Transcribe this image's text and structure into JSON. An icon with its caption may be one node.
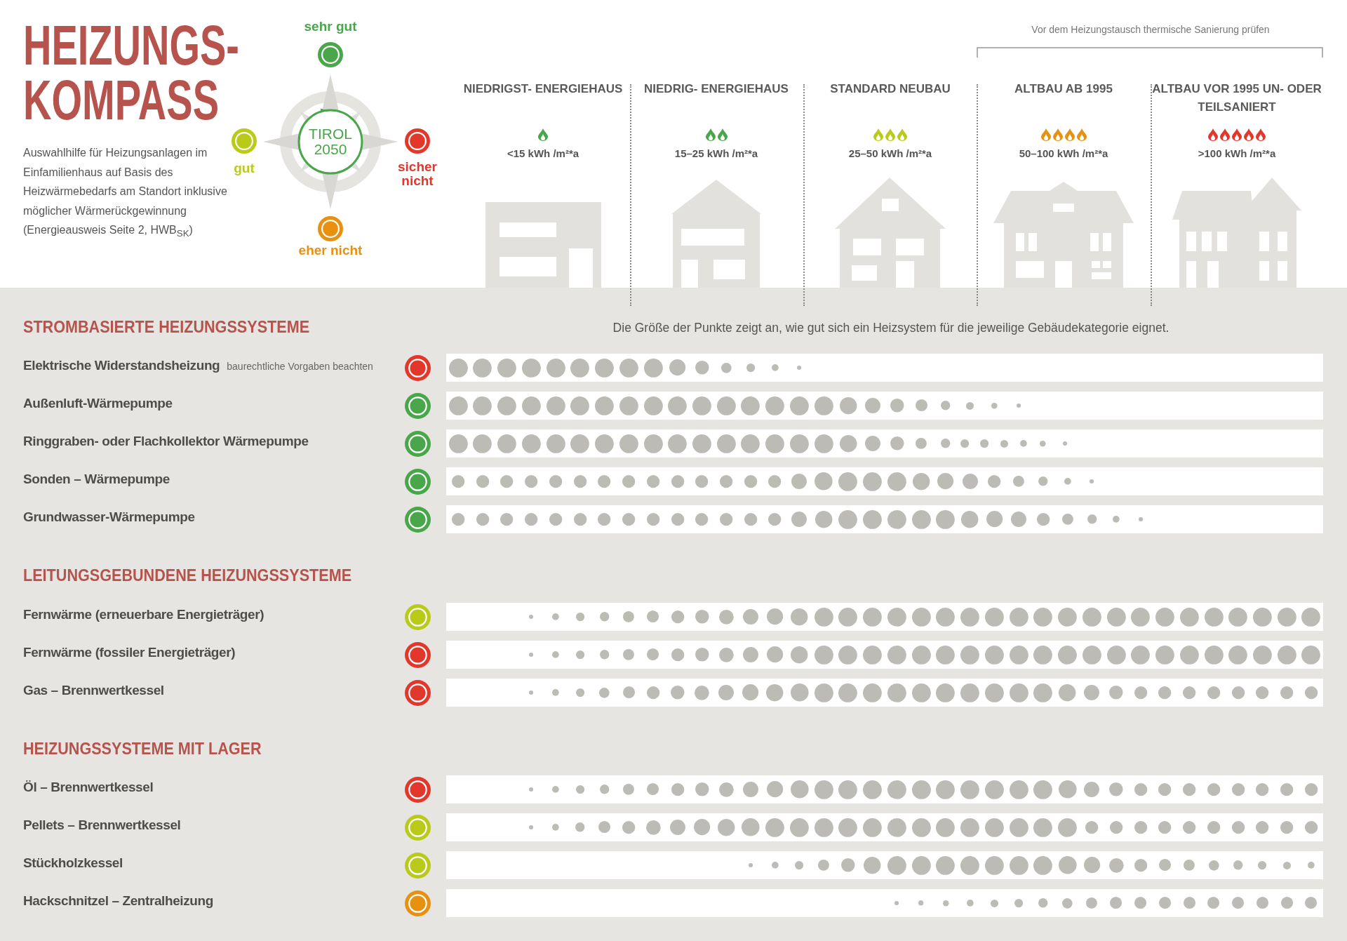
{
  "diagram": {
    "title": "HEIZUNGS- KOMPASS",
    "labels": [
      "Auswahlhilfe für Heizungsanlagen im Einfamilienhaus auf Basis des Heizwärmebedarfs am Standort inklusive möglicher Wärmerückgewinnung (Energieausweis Seite 2, HWB$_{SK}$)",
      "TIROL 2050",
      "Vor dem Heizungstausch thermische Sanierung prüfen",
      "NIEDRIGST- ENERGIEHAUS",
      "<15 kWh /m²*a",
      "NIEDRIG- ENERGIEHAUS",
      "15–25 kWh /m²*a",
      "STANDARD NEUBAU",
      "25–50 kWh /m²*a",
      "ALTBAU AB 1995",
      "50–100 kWh /m²*a",
      "ALTBAU VOR 1995 UN- ODER TEILSANIERT",
      ">100 kWh /m²*a",
      "STROMBASIERTE HEIZUNGSSYSTEME",
      "Die Größe der Punkte zeigt an, wie gut sich ein Heizsystem für die jeweilige Gebäudekategorie eignet.",
      "Elektrische Widerstandsheizung",
      "baurechtliche Vorgaben beachten",
      "Außenluft-Wärmepumpe",
      "Ringgraben- oder Flachkollektor Wärmepumpe",
      "Sonden – Wärmepumpe",
      "Grundwasser-Wärmepumpe",
      "LEITUNGSGEBUNDENE HEIZUNGSSYSTEME",
      "Fernwärme (erneuerbare Energieträger)",
      "Fernwärme (fossiler Energieträger)",
      "Gas – Brennwertkessel",
      "HEIZUNGSSYSTEME MIT LAGER",
      "Öl – Brennwertkessel",
      "Pellets – Brennwertkessel",
      "Stückholzkessel",
      "Hackschnitzel – Zentralheizung"
    ],
    "legend": [
      {
        "text": "sehr gut",
        "color": "#4aa64a"
      },
      {
        "text": "gut",
        "color": "#b9cb18"
      },
      {
        "text": "sicher nicht",
        "color": "#e2382c"
      },
      {
        "text": "eher nicht",
        "color": "#e8900f"
      }
    ]
  }
}
